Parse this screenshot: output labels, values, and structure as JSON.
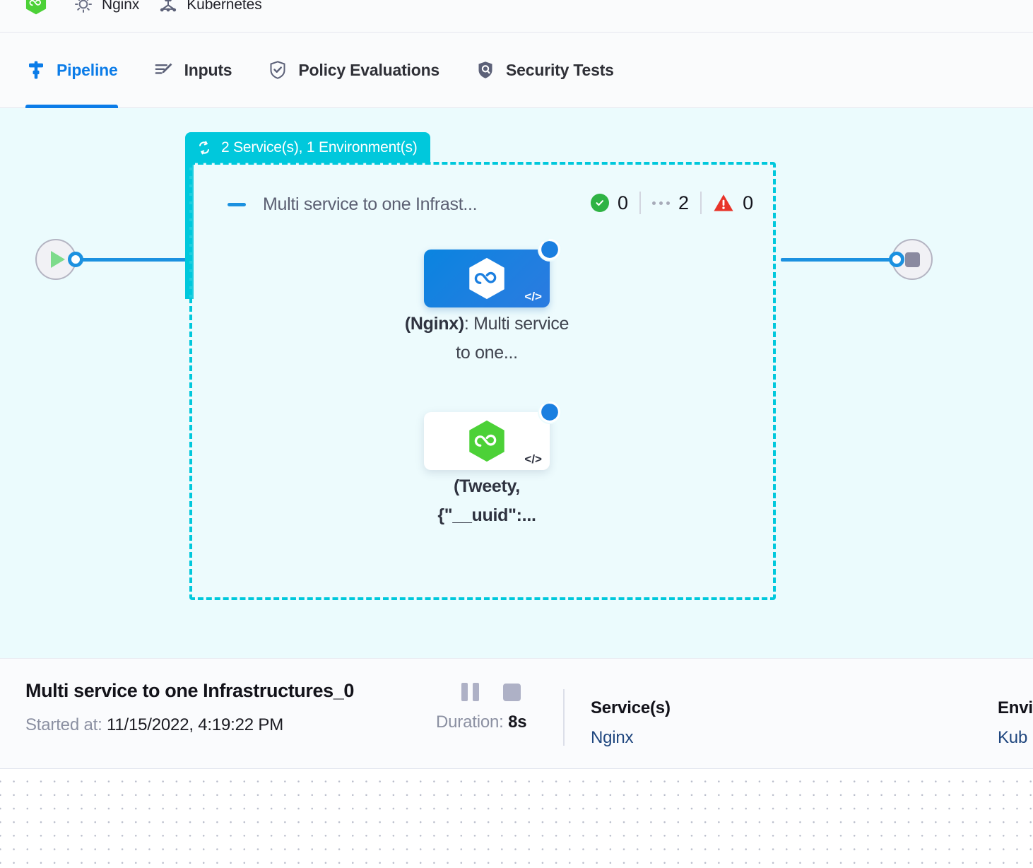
{
  "breadcrumb": {
    "items": [
      {
        "label": "",
        "icon": "hexagon-infinity-green-icon"
      },
      {
        "label": "Nginx",
        "icon": "gear-icon"
      },
      {
        "label": "Kubernetes",
        "icon": "kubernetes-icon"
      }
    ]
  },
  "tabs": [
    {
      "label": "Pipeline",
      "icon": "pipeline-icon",
      "active": true
    },
    {
      "label": "Inputs",
      "icon": "edit-list-icon",
      "active": false
    },
    {
      "label": "Policy Evaluations",
      "icon": "shield-check-icon",
      "active": false
    },
    {
      "label": "Security Tests",
      "icon": "shield-scan-icon",
      "active": false
    }
  ],
  "canvas": {
    "group": {
      "badge_label": "2 Service(s), 1 Environment(s)",
      "badge_icon": "loop-repeat-icon",
      "badge_color": "#00c8dc",
      "title": "Multi service to one Infrast...",
      "collapse_icon": "minus-icon",
      "status": {
        "success_icon": "check-circle-icon",
        "success_count": "0",
        "pending_icon": "ellipsis-icon",
        "pending_count": "2",
        "error_icon": "warning-triangle-icon",
        "error_count": "0"
      }
    },
    "start_node": {
      "icon": "play-icon",
      "name": "pipeline-start"
    },
    "end_node": {
      "icon": "stop-icon",
      "name": "pipeline-end"
    },
    "nodes": [
      {
        "icon": "hexagon-infinity-white-icon",
        "code_mark": "</>",
        "status_icon": "running-spinner-icon",
        "label_bold": "(Nginx)",
        "label_rest": ": Multi service to one...",
        "style": "blue"
      },
      {
        "icon": "hexagon-infinity-green-icon",
        "code_mark": "</>",
        "status_icon": "running-spinner-icon",
        "label_line1": "(Tweety,",
        "label_line2": "{\"__uuid\":...",
        "style": "white"
      }
    ]
  },
  "detail": {
    "title": "Multi service to one Infrastructures_0",
    "started_label": "Started at:",
    "started_value": "11/15/2022, 4:19:22 PM",
    "pause_icon": "pause-icon",
    "stop_icon": "stop-icon",
    "duration_label": "Duration:",
    "duration_value": "8s",
    "services_head": "Service(s)",
    "services_value": "Nginx",
    "environments_head": "Envi",
    "environments_value": "Kub"
  }
}
